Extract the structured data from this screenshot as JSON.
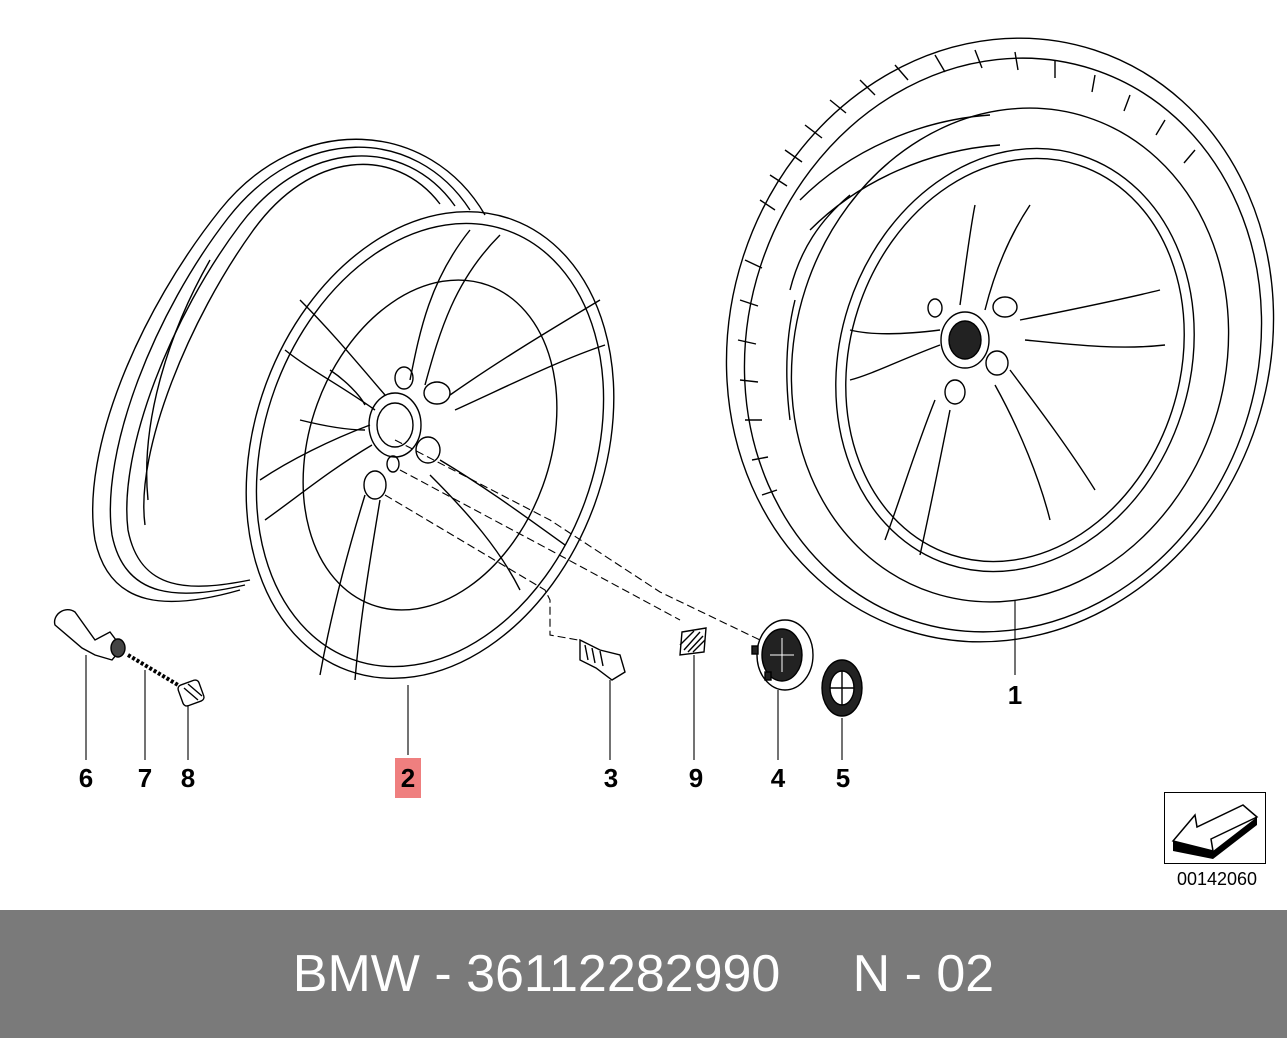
{
  "callouts": {
    "c1": "1",
    "c2": "2",
    "c3": "3",
    "c4": "4",
    "c5": "5",
    "c6": "6",
    "c7": "7",
    "c8": "8",
    "c9": "9"
  },
  "highlight_color": "#ef7f7f",
  "reference_number": "00142060",
  "reference_icon": "arrow-icon",
  "footer": {
    "text": "BMW - 36112282990     N - 02"
  }
}
